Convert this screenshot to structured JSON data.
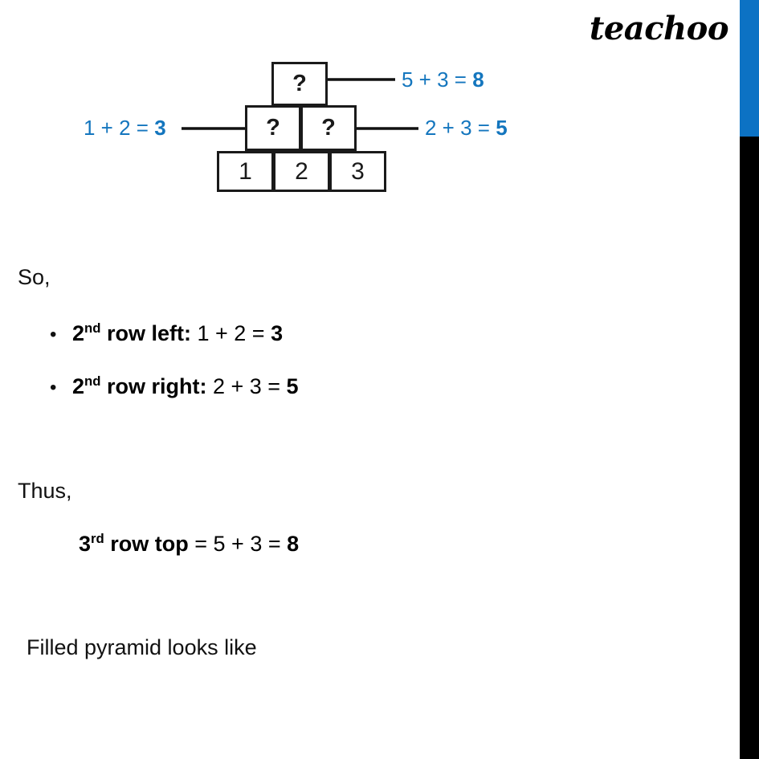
{
  "brand": {
    "name": "teachoo"
  },
  "decor": {
    "bar_blue_color": "#0C72C4",
    "bar_black_color": "#000000"
  },
  "diagram": {
    "name": "number-pyramid",
    "accent_color": "#1476BE",
    "top_row": {
      "cell": "?"
    },
    "middle_row": {
      "left": "?",
      "right": "?"
    },
    "bottom_row": {
      "cells": [
        "1",
        "2",
        "3"
      ]
    },
    "annotations": {
      "top": {
        "expr": "5 + 3 = ",
        "result": "8"
      },
      "right": {
        "expr": "2 + 3 = ",
        "result": "5"
      },
      "left": {
        "expr": "1 + 2 = ",
        "result": "3"
      }
    }
  },
  "body": {
    "so_label": "So,",
    "bullets": [
      {
        "marker": "•",
        "label_num": "2",
        "label_sup": "nd",
        "label_rest": " row left:",
        "expr": " 1 + 2 = ",
        "result": "3"
      },
      {
        "marker": "•",
        "label_num": "2",
        "label_sup": "nd",
        "label_rest": " row right:",
        "expr": " 2 + 3 = ",
        "result": "5"
      }
    ],
    "thus_label": "Thus,",
    "conclusion": {
      "label_num": "3",
      "label_sup": "rd",
      "label_rest": " row top",
      "expr": " = 5 + 3 = ",
      "result": "8"
    },
    "closing_text": "Filled pyramid looks like"
  }
}
